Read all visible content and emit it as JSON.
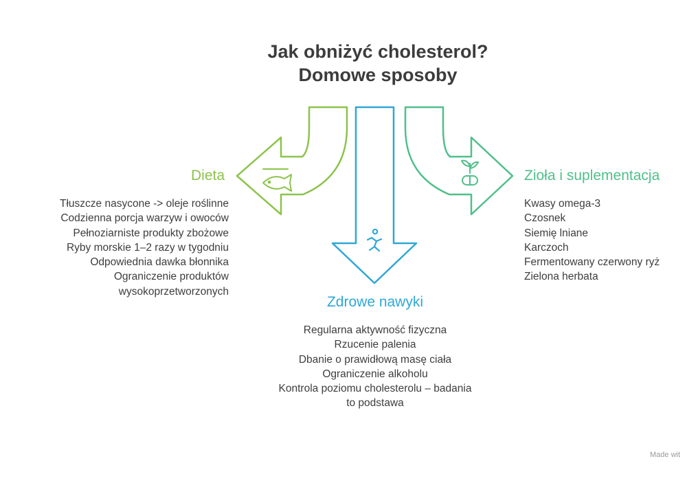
{
  "title": {
    "line1": "Jak obniżyć cholesterol?",
    "line2": "Domowe sposoby"
  },
  "branches": {
    "dieta": {
      "label": "Dieta",
      "color": "#8bc34a",
      "icon": "fish-icon",
      "items": [
        "Tłuszcze nasycone -> oleje roślinne",
        "Codzienna porcja warzyw i owoców",
        "Pełnoziarniste produkty zbożowe",
        "Ryby morskie 1–2 razy w tygodniu",
        "Odpowiednia dawka błonnika",
        "Ograniczenie produktów",
        "wysokoprzetworzonych"
      ]
    },
    "zdrowe": {
      "label": "Zdrowe nawyki",
      "color": "#2fa7d6",
      "icon": "running-person-icon",
      "items": [
        "Regularna aktywność fizyczna",
        "Rzucenie palenia",
        "Dbanie o prawidłową masę ciała",
        "Ograniczenie alkoholu",
        "Kontrola poziomu cholesterolu – badania",
        "to podstawa"
      ]
    },
    "ziola": {
      "label": "Zioła i suplementacja",
      "color": "#4fbf8a",
      "icon": "plant-pill-icon",
      "items": [
        "Kwasy omega-3",
        "Czosnek",
        "Siemię lniane",
        "Karczoch",
        "Fermentowany czerwony ryż",
        "Zielona herbata"
      ]
    }
  },
  "footer": {
    "made_with": "Made wit"
  }
}
